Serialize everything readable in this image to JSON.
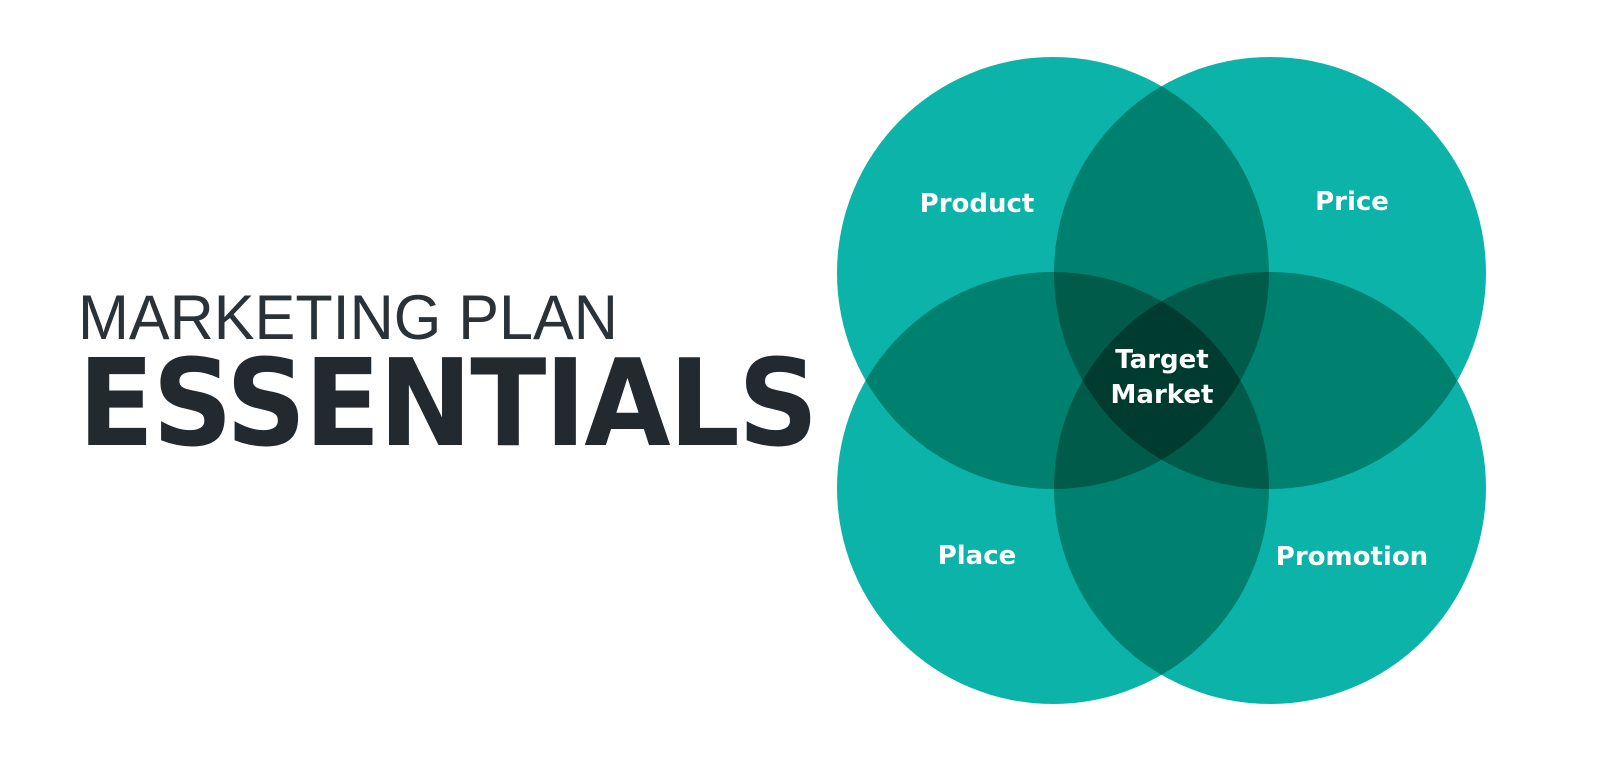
{
  "title": {
    "line1": "MARKETING PLAN",
    "line2": "ESSENTIALS"
  },
  "diagram": {
    "type": "venn",
    "sets": [
      {
        "label": "Product",
        "position": "top-left"
      },
      {
        "label": "Price",
        "position": "top-right"
      },
      {
        "label": "Place",
        "position": "bottom-left"
      },
      {
        "label": "Promotion",
        "position": "bottom-right"
      }
    ],
    "center": {
      "line1": "Target",
      "line2": "Market"
    }
  },
  "colors": {
    "text_dark": "#222a30",
    "circle_fill": "#0cb3a9",
    "overlap_2": "#00806f",
    "overlap_3": "#005b4a",
    "overlap_4": "#003b2f",
    "label_text": "#ffffff",
    "background": "#ffffff"
  }
}
